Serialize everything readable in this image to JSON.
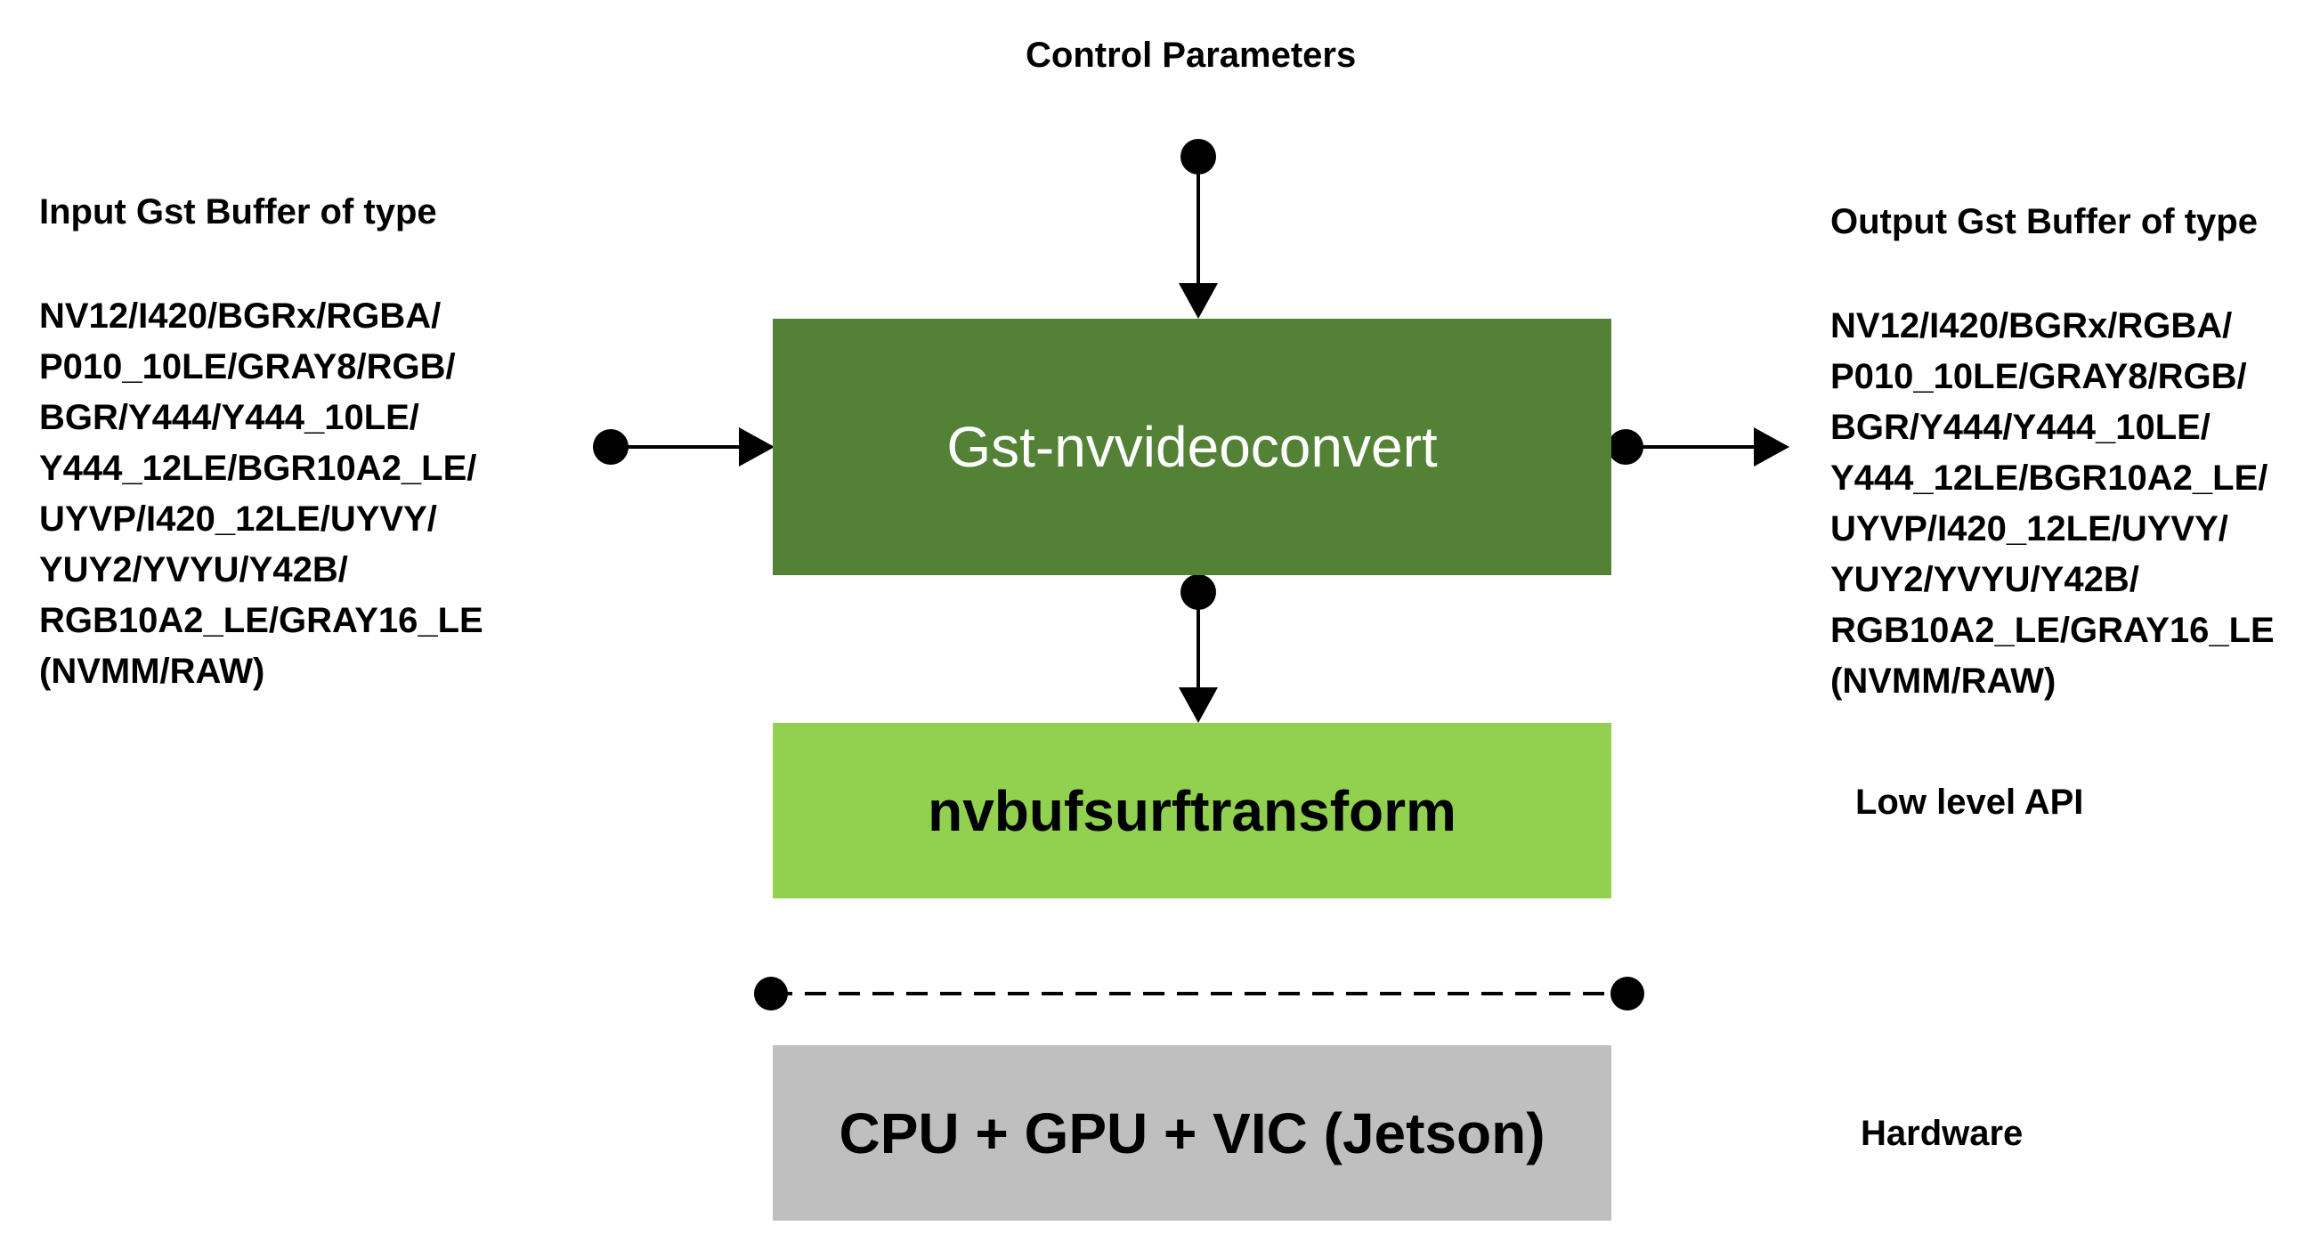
{
  "control_label": "Control Parameters",
  "input": {
    "title": "Input Gst Buffer of type",
    "formats": [
      "NV12/I420/BGRx/RGBA/",
      "P010_10LE/GRAY8/RGB/",
      "BGR/Y444/Y444_10LE/",
      "Y444_12LE/BGR10A2_LE/",
      "UYVP/I420_12LE/UYVY/",
      "YUY2/YVYU/Y42B/",
      "RGB10A2_LE/GRAY16_LE",
      "(NVMM/RAW)"
    ]
  },
  "output": {
    "title": "Output Gst Buffer of type",
    "formats": [
      "NV12/I420/BGRx/RGBA/",
      "P010_10LE/GRAY8/RGB/",
      "BGR/Y444/Y444_10LE/",
      "Y444_12LE/BGR10A2_LE/",
      "UYVP/I420_12LE/UYVY/",
      "YUY2/YVYU/Y42B/",
      "RGB10A2_LE/GRAY16_LE",
      "(NVMM/RAW)"
    ]
  },
  "boxes": {
    "main": "Gst-nvvideoconvert",
    "low_level": "nvbufsurftransform",
    "hardware": "CPU + GPU + VIC (Jetson)"
  },
  "side_labels": {
    "low_level": "Low level API",
    "hardware": "Hardware"
  },
  "colors": {
    "main_box": "#538135",
    "low_level_box": "#92d050",
    "hardware_box": "#bfbfbf"
  }
}
